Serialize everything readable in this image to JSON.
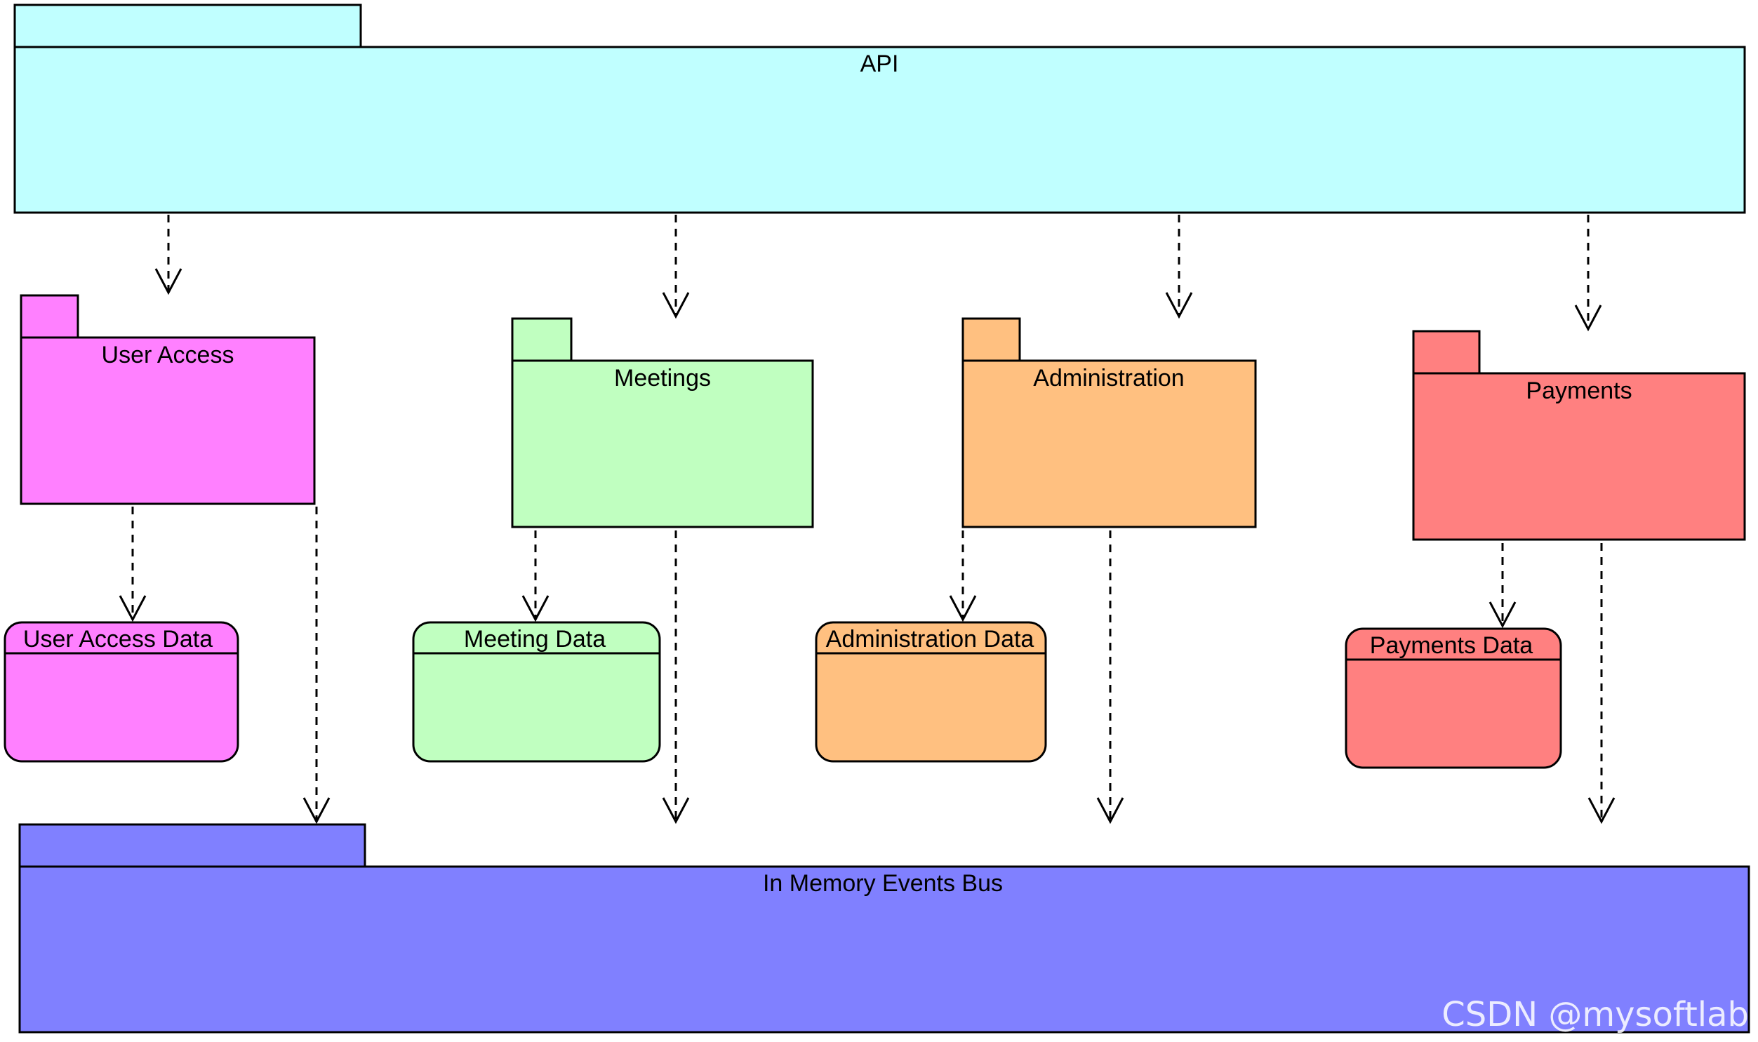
{
  "colors": {
    "api": "#C0FFFF",
    "user_access": "#FF80FF",
    "meetings": "#C0FFC0",
    "administration": "#FFC080",
    "payments": "#FF8080",
    "events_bus": "#8080FF"
  },
  "packages": {
    "api": {
      "label": "API"
    },
    "user_access": {
      "label": "User Access"
    },
    "meetings": {
      "label": "Meetings"
    },
    "administration": {
      "label": "Administration"
    },
    "payments": {
      "label": "Payments"
    },
    "events_bus": {
      "label": "In Memory Events Bus"
    }
  },
  "databases": {
    "user_access_data": {
      "label": "User Access Data"
    },
    "meeting_data": {
      "label": "Meeting Data"
    },
    "administration_data": {
      "label": "Administration Data"
    },
    "payments_data": {
      "label": "Payments Data"
    }
  },
  "dependencies": [
    {
      "from": "api",
      "to": "user_access"
    },
    {
      "from": "api",
      "to": "meetings"
    },
    {
      "from": "api",
      "to": "administration"
    },
    {
      "from": "api",
      "to": "payments"
    },
    {
      "from": "user_access",
      "to": "user_access_data"
    },
    {
      "from": "user_access",
      "to": "events_bus"
    },
    {
      "from": "meetings",
      "to": "meeting_data"
    },
    {
      "from": "meetings",
      "to": "events_bus"
    },
    {
      "from": "administration",
      "to": "administration_data"
    },
    {
      "from": "administration",
      "to": "events_bus"
    },
    {
      "from": "payments",
      "to": "payments_data"
    },
    {
      "from": "payments",
      "to": "events_bus"
    }
  ],
  "watermark": "CSDN @mysoftlab"
}
